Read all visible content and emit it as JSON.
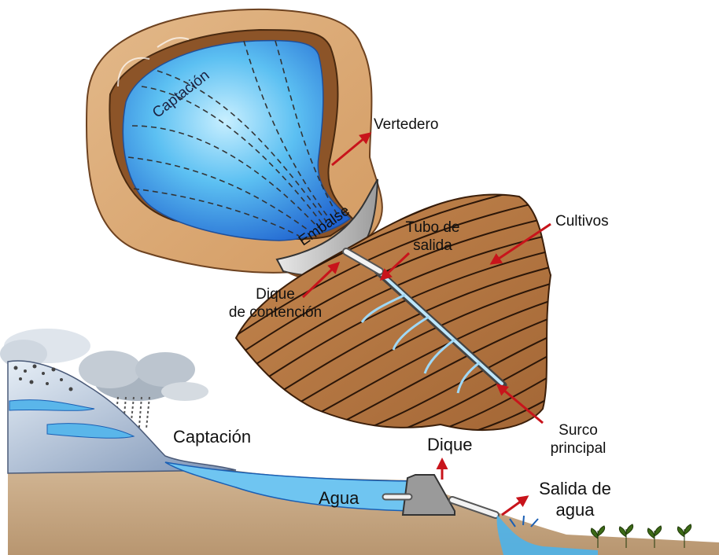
{
  "labels": {
    "captacion_top": "Captación",
    "vertedero": "Vertedero",
    "embalse": "Embalse",
    "tubo_de_salida": [
      "Tubo de",
      "salida"
    ],
    "cultivos": "Cultivos",
    "dique_contencion": [
      "Dique",
      "de contención"
    ],
    "surco_principal": [
      "Surco",
      "principal"
    ],
    "captacion_bottom": "Captación",
    "dique": "Dique",
    "agua": "Agua",
    "salida_de_agua": [
      "Salida de",
      "agua"
    ]
  },
  "colors": {
    "water_light": "#bfe8fb",
    "water": "#3aa6e6",
    "water_deep": "#1f6fd2",
    "soil": "#d9a874",
    "soil_dark": "#7a4a24",
    "field": "#b87a45",
    "ground": "#c9a987",
    "arrow": "#c8141b",
    "plant": "#3c6a16"
  }
}
